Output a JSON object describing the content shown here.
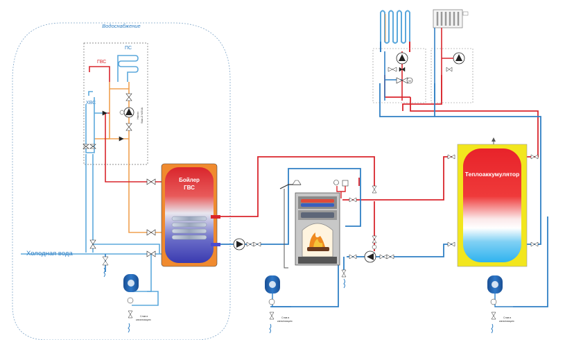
{
  "zones": {
    "water_supply": "Водоснабжение"
  },
  "labels": {
    "hot_water": "ГВС",
    "heated_towel_rail": "ПС",
    "hot_water_circulation": "ХВС",
    "pump_name_line1": "Насос",
    "pump_name_line2": "Star-Z NOVA",
    "cold_water": "Холодная вода",
    "boiler_line1": "Бойлер",
    "boiler_line2": "ГВС",
    "accumulator": "Теплоаккумулятор",
    "drain_line1": "Слив в",
    "drain_line2": "канализацию"
  },
  "colors": {
    "supply": "#d9252c",
    "return": "#2f7fc4",
    "recirculation": "#f0a050",
    "cold": "#5ba8dc",
    "accumulator_frame": "#f2e61e",
    "boiler_body": "#f08a2e",
    "expansion_tank": "#1f5ea8"
  },
  "icons": {
    "boiler_pump": "pump-icon",
    "stove_pump": "pump-icon",
    "floor_pump": "pump-icon",
    "radiator_pump": "pump-icon",
    "circulation_pump": "pump-icon",
    "mixing_valve": "three-way-valve-icon",
    "fire": "fire-icon",
    "expansion_tank": "expansion-tank-icon",
    "underfloor": "underfloor-heating-icon",
    "radiator": "radiator-icon"
  }
}
